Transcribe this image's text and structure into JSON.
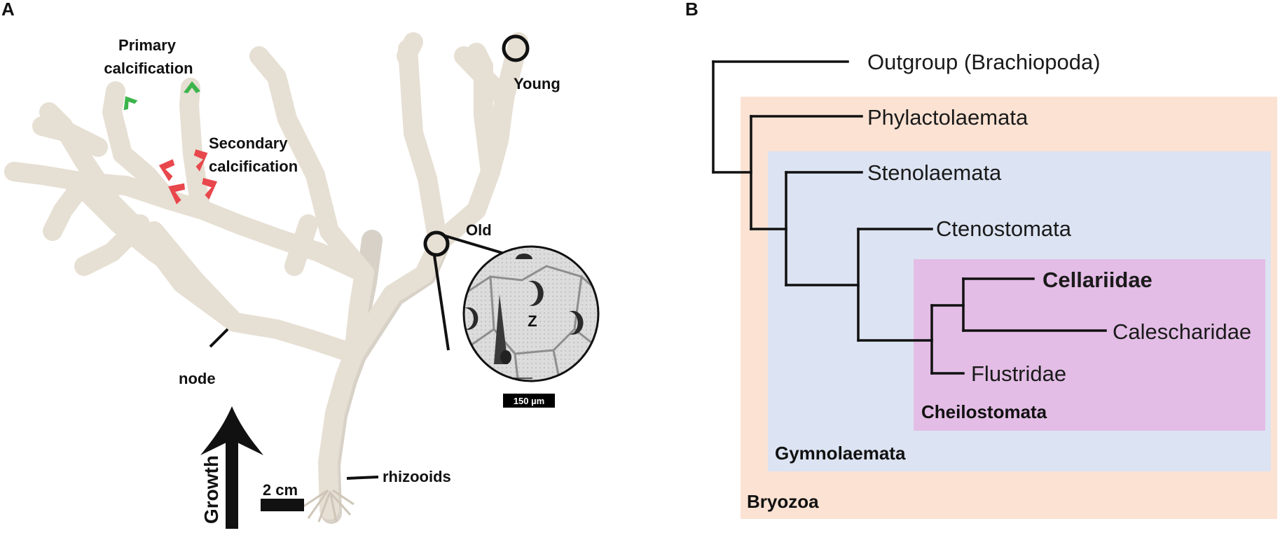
{
  "panel_a": {
    "letter": "A",
    "labels": {
      "primary_line1": "Primary",
      "primary_line2": "calcification",
      "secondary_line1": "Secondary",
      "secondary_line2": "calcification",
      "young": "Young",
      "old": "Old",
      "node": "node",
      "rhizooids": "rhizooids",
      "growth": "Growth",
      "scale": "2 cm",
      "inset_zooid": "Z",
      "inset_scale": "150 µm"
    },
    "colors": {
      "primary_arrow": "#3cb44b",
      "secondary_arrow": "#e8474c",
      "colony": "#e6dfd3"
    }
  },
  "panel_b": {
    "letter": "B",
    "taxa": {
      "outgroup": "Outgroup (Brachiopoda)",
      "phylactolaemata": "Phylactolaemata",
      "stenolaemata": "Stenolaemata",
      "ctenostomata": "Ctenostomata",
      "cellariidae": "Cellariidae",
      "calescharidae": "Calescharidae",
      "flustridae": "Flustridae"
    },
    "groups": {
      "bryozoa": "Bryozoa",
      "gymnolaemata": "Gymnolaemata",
      "cheilostomata": "Cheilostomata"
    },
    "colors": {
      "bryozoa_box": "#fbe2d3",
      "gymnolaemata_box": "#dce3f2",
      "cheilostomata_box": "#e3bde6"
    }
  }
}
